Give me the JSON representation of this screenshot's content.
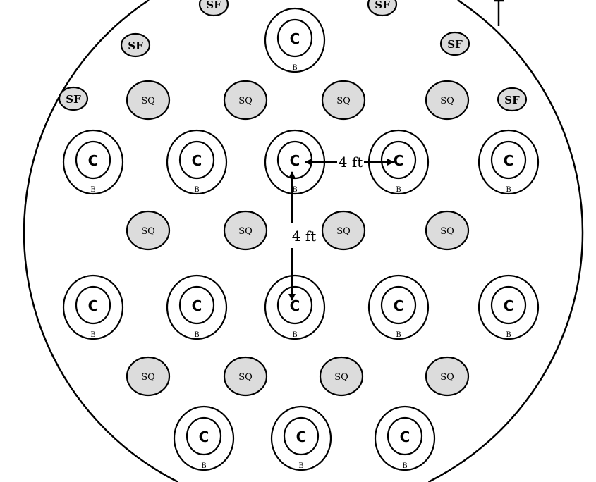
{
  "labels": {
    "center_plant": "C",
    "border_ring": "B",
    "sq_plant": "SQ",
    "sf_plant": "SF"
  },
  "dimensions": {
    "horizontal_spacing": "4 ft",
    "vertical_spacing": "4 ft"
  },
  "colors": {
    "sq_fill": "#dcdcdc",
    "sf_fill": "#dcdcdc",
    "stroke": "#000000"
  }
}
